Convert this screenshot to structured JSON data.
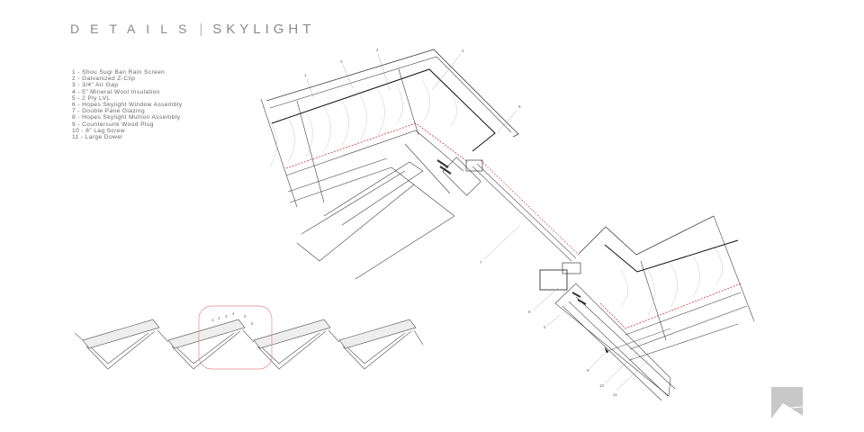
{
  "title": {
    "primary": "DETAILS",
    "separator": "|",
    "secondary": "SKYLIGHT"
  },
  "legend": [
    "1 - Shou Sugi Ban Rain Screen",
    "2 - Galvanized Z-Clip",
    "3 -  3/4\" Air Gap",
    "4 - 5\" Mineral Wool Insulation",
    "5 - 2 Ply LVL",
    "6 - Hopes Skylight Window Assembly",
    "7 - Double Pane Glazing",
    "8 - Hopes Skylight Mullion Assembly",
    "9 - Countersunk Wood Plug",
    "10 - 6\" Lag Screw",
    "11 - Large Dowel"
  ],
  "callouts_upper": [
    "1",
    "3",
    "4",
    "2",
    "6",
    "7"
  ],
  "callouts_lower": [
    "8",
    "5",
    "9",
    "10",
    "11"
  ],
  "callouts_elevation": [
    "1",
    "2",
    "3",
    "4",
    "5",
    "6"
  ],
  "colors": {
    "line": "#333333",
    "thin": "#999999",
    "membrane": "#d0343a",
    "highlight": "#e08a8e",
    "logo": "#c8c8c8"
  }
}
